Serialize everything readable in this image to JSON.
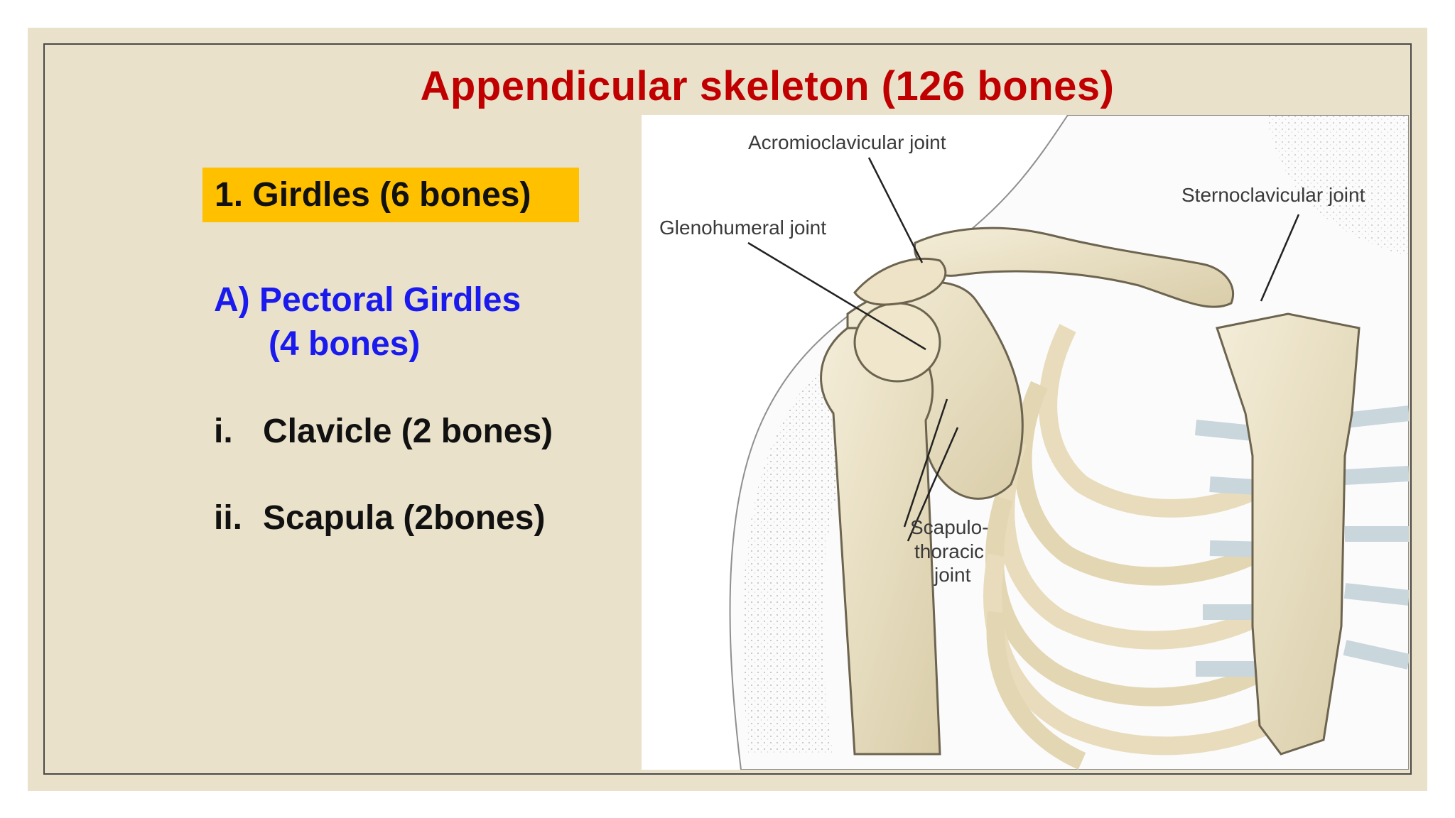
{
  "slide": {
    "title": "Appendicular skeleton (126 bones)",
    "section_heading": "1. Girdles (6 bones)",
    "subsection": {
      "line1": "A) Pectoral Girdles",
      "line2": "(4 bones)"
    },
    "items": [
      {
        "number": "i.",
        "label": "Clavicle (2 bones)"
      },
      {
        "number": "ii.",
        "label": "Scapula (2bones)"
      }
    ]
  },
  "figure": {
    "labels": {
      "acromioclavicular": "Acromioclavicular joint",
      "sternoclavicular": "Sternoclavicular joint",
      "glenohumeral": "Glenohumeral joint",
      "scapulothoracic_1": "Scapulo-",
      "scapulothoracic_2": "thoracic",
      "scapulothoracic_3": "joint"
    }
  },
  "colors": {
    "background": "#e9e1c9",
    "title": "#c00000",
    "badge": "#ffc000",
    "subsection": "#1a1aee",
    "text": "#111111"
  }
}
